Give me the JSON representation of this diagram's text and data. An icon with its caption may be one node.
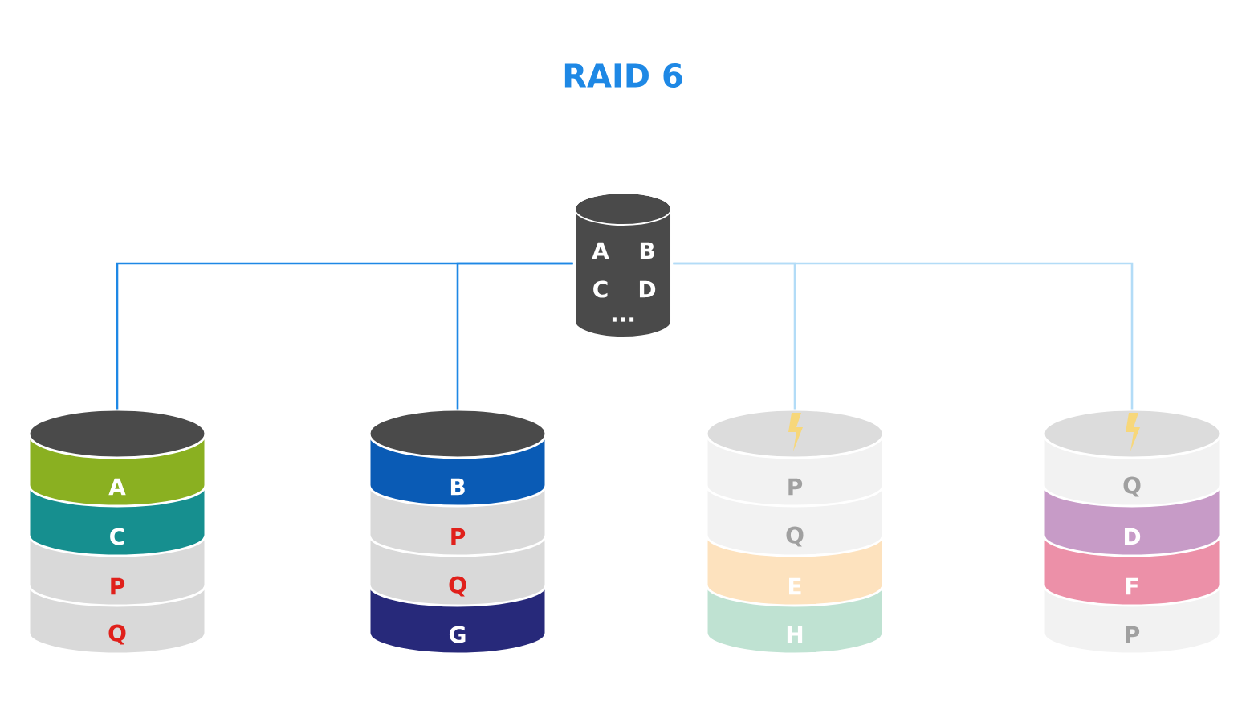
{
  "diagram": {
    "title": "RAID 6",
    "nodes": [
      {
        "text": [
          "A",
          "B",
          "C",
          "D",
          "..."
        ]
      },
      {
        "text": [
          "A",
          "C",
          "P",
          "Q"
        ]
      },
      {
        "text": [
          "B",
          "P",
          "Q",
          "G"
        ]
      },
      {
        "text": [
          "P",
          "Q",
          "E",
          "H"
        ]
      },
      {
        "text": [
          "Q",
          "D",
          "F",
          "P"
        ]
      }
    ],
    "edges": [
      {
        "from": 0,
        "to": 1,
        "arrow": "none"
      },
      {
        "from": 0,
        "to": 2,
        "arrow": "none"
      },
      {
        "from": 0,
        "to": 3,
        "arrow": "none",
        "color": "#b3dcf7"
      },
      {
        "from": 0,
        "to": 4,
        "arrow": "none",
        "color": "#b3dcf7"
      }
    ]
  }
}
